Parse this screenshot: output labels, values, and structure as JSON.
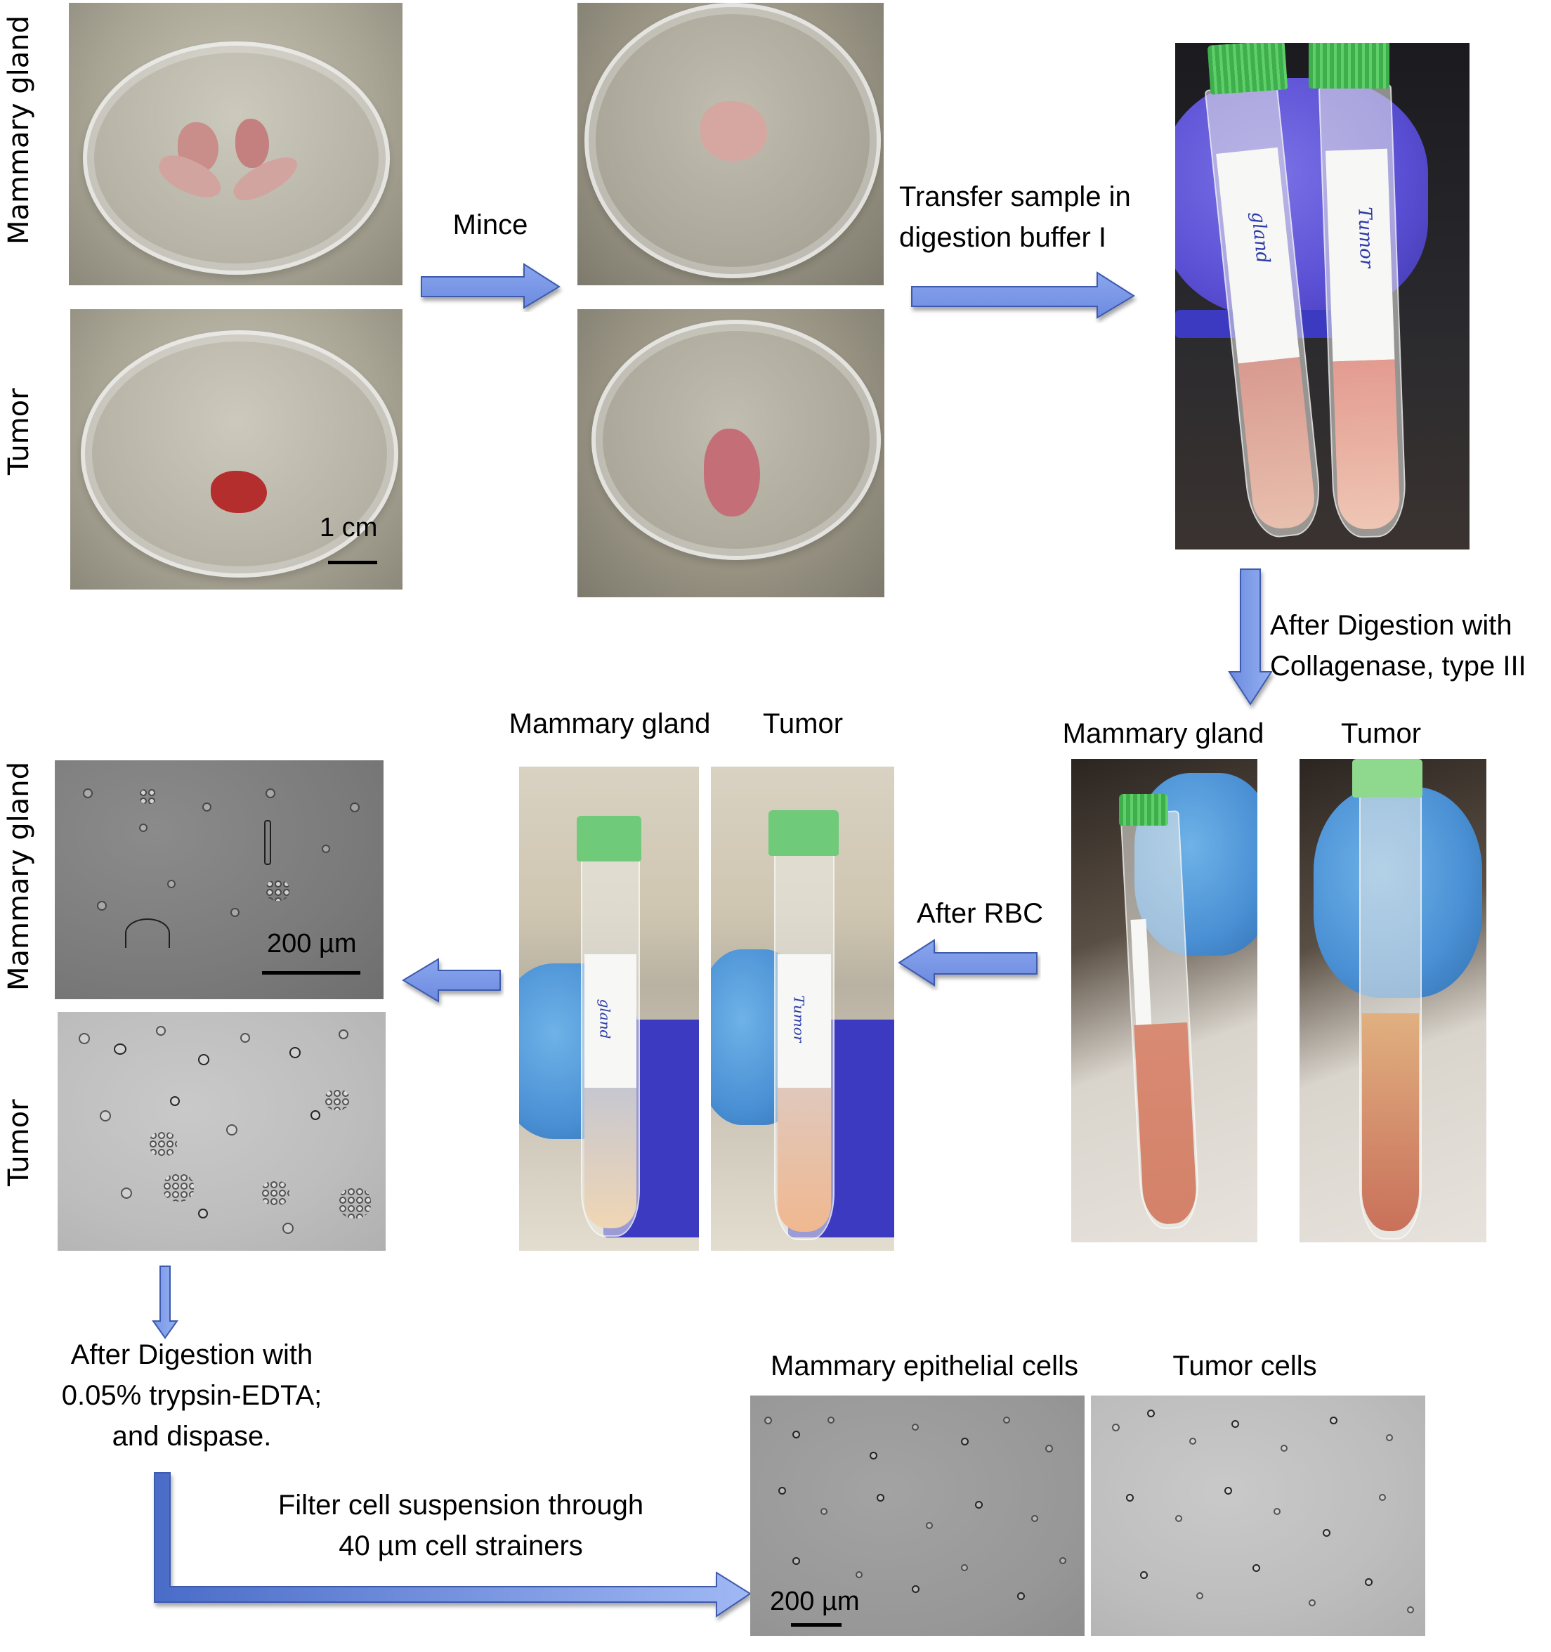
{
  "figure": {
    "row_labels": {
      "top_mammary": "Mammary gland",
      "top_tumor": "Tumor",
      "micro_mammary": "Mammary gland",
      "micro_tumor": "Tumor"
    },
    "steps": {
      "mince": "Mince",
      "transfer_line1": "Transfer sample in",
      "transfer_line2": "digestion buffer I",
      "collagenase_line1": "After Digestion with",
      "collagenase_line2": "Collagenase, type III",
      "after_rbc": "After RBC",
      "trypsin_line1": "After Digestion with",
      "trypsin_line2": "0.05% trypsin-EDTA;",
      "trypsin_line3": "and dispase.",
      "filter_line1": "Filter cell suspension through",
      "filter_line2": "40 µm cell strainers"
    },
    "panels": {
      "digest_mammary_label": "Mammary gland",
      "digest_tumor_label": "Tumor",
      "rbc_mammary_label": "Mammary gland",
      "rbc_tumor_label": "Tumor",
      "final_mammary_label": "Mammary epithelial cells",
      "final_tumor_label": "Tumor cells"
    },
    "tube_handwriting": {
      "gland": "gland",
      "tumor": "Tumor"
    },
    "scale_bars": {
      "dish": "1 cm",
      "micro": "200 µm",
      "final": "200 µm"
    },
    "colors": {
      "arrow_fill_light": "#94B0F0",
      "arrow_fill_dark": "#4A6CC8",
      "arrow_stroke": "#3C5AAE",
      "text": "#000000",
      "background": "#FFFFFF"
    }
  }
}
